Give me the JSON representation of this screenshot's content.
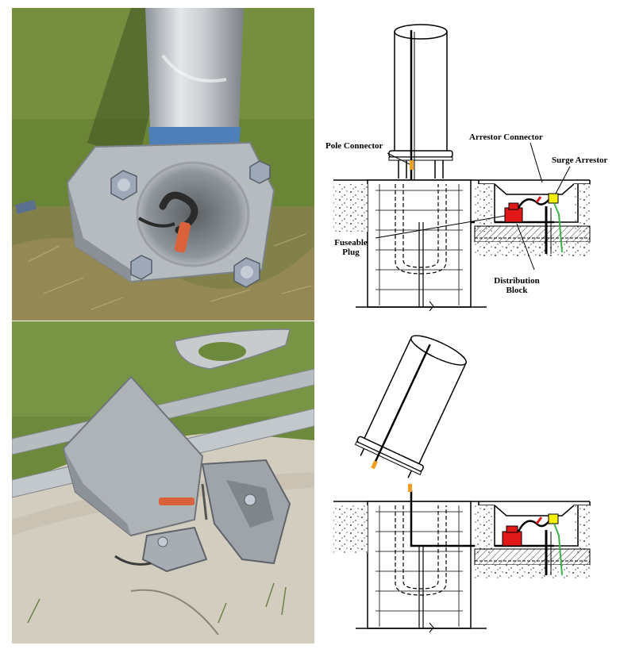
{
  "diagram": {
    "labels": {
      "pole_connector": "Pole Connector",
      "arrestor_connector": "Arrestor Connector",
      "surge_arrestor": "Surge Arrestor",
      "fuseable_plug_line1": "Fuseable",
      "fuseable_plug_line2": "Plug",
      "distribution_block_line1": "Distribution",
      "distribution_block_line2": "Block"
    }
  },
  "photos": {
    "top": "light pole base with bolts and fuseable plug lying in grass",
    "bottom": "broken breakaway base on concrete foundation with fallen pole"
  },
  "colors": {
    "grass": "#6f8a3a",
    "aluminum": "#b9bec3",
    "blue_band": "#4f7fb8",
    "plug_orange": "#d9623a",
    "distribution_block_red": "#e01818",
    "surge_arrestor_yellow": "#f5f000",
    "ground_wire_green": "#3fb04a",
    "connector_orange": "#f0a020"
  }
}
